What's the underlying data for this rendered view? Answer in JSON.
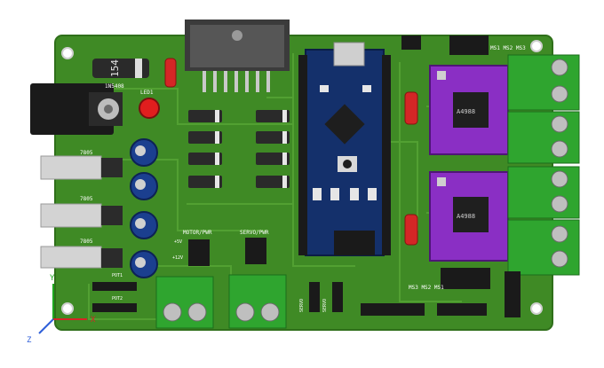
{
  "board": {
    "colors": {
      "pcb": "#3f8a25",
      "pcb_edge": "#2f6f1a",
      "silk": "#ffffff",
      "nano": "#14306b",
      "driver": "#8a2fc4",
      "terminal": "#2fa52f",
      "capacitor": "#1b3f8f",
      "resistor": "#d42626"
    },
    "diode_top": "1N5408",
    "diode_body": "154",
    "regulators": [
      "7805",
      "7805",
      "7805"
    ],
    "led": "LED1",
    "drivers": [
      {
        "chip": "A4988"
      },
      {
        "chip": "A4988"
      }
    ],
    "header_top": "MS1 MS2 MS3",
    "header_bottom": "MS3 MS2 MS1",
    "pwr_labels": {
      "motor": "MOTOR/PWR",
      "servo": "SERVO/PWR",
      "v5": "+5V",
      "v12": "+12V",
      "pot1": "POT1",
      "pot2": "POT2"
    },
    "vert_labels": [
      "SERVO",
      "SERVO"
    ],
    "axis": {
      "x": "X",
      "y": "Y",
      "z": "Z"
    }
  }
}
